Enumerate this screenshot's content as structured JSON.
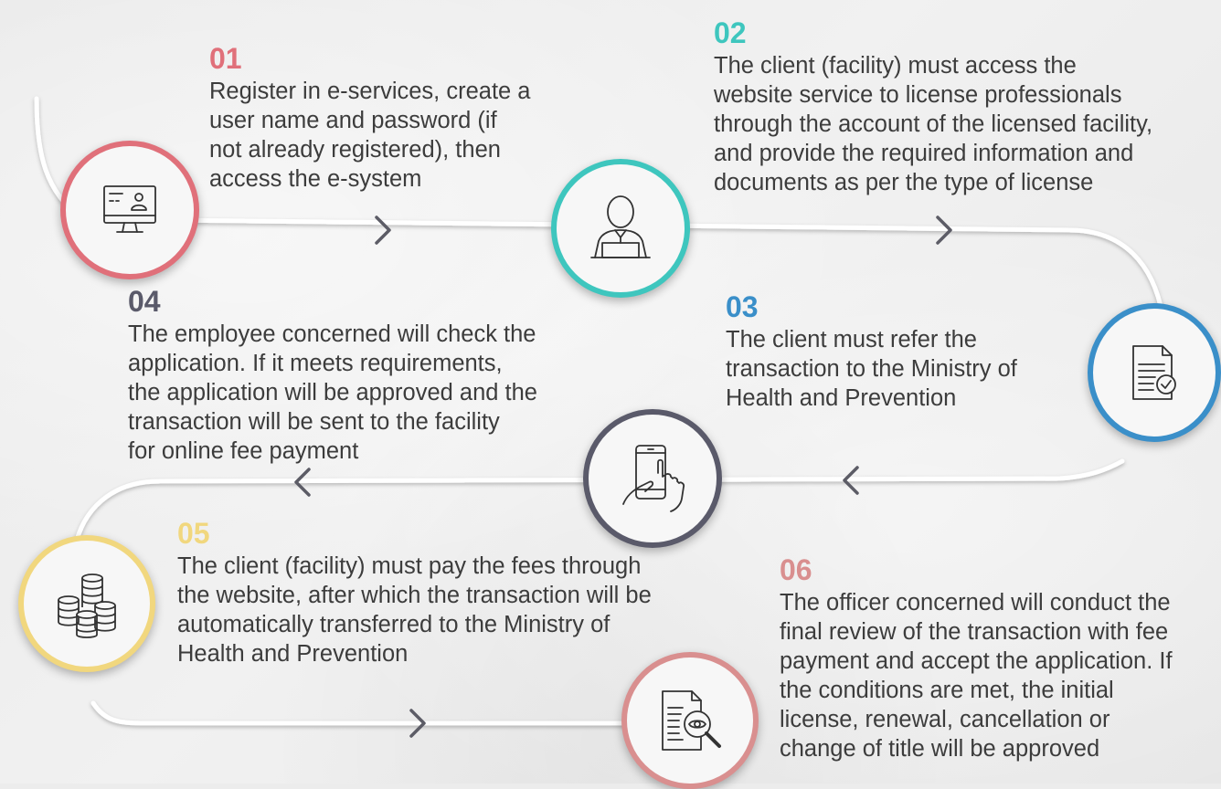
{
  "steps": [
    {
      "number": "01",
      "color": "#e0707a",
      "icon": "computer-user-icon",
      "lines": [
        "Register in e-services, create a",
        "user name and password (if",
        "not already registered), then",
        "access the e-system"
      ]
    },
    {
      "number": "02",
      "color": "#3ec6be",
      "icon": "person-laptop-icon",
      "lines": [
        "The client (facility) must access the",
        "website service to license professionals",
        "through the account of the licensed facility,",
        "and provide the required information and",
        "documents as per the type of license"
      ]
    },
    {
      "number": "03",
      "color": "#3a8fc9",
      "icon": "document-check-icon",
      "lines": [
        "The client must refer the",
        "transaction to the Ministry of",
        "Health and Prevention"
      ]
    },
    {
      "number": "04",
      "color": "#5a5a6a",
      "icon": "smartphone-touch-icon",
      "lines": [
        "The employee concerned will check the",
        "application. If it meets requirements,",
        "the application will be approved and the",
        "transaction will be sent to the facility",
        "for online fee payment"
      ]
    },
    {
      "number": "05",
      "color": "#f1d77e",
      "icon": "coin-stacks-icon",
      "lines": [
        "The client (facility) must pay the fees through",
        "the website, after which the transaction will be",
        "automatically transferred to the Ministry of",
        "Health and Prevention"
      ]
    },
    {
      "number": "06",
      "color": "#d98f8f",
      "icon": "document-magnifier-icon",
      "lines": [
        "The officer concerned will conduct the",
        "final review of the transaction with fee",
        "payment and accept the application. If",
        "the conditions are met, the initial",
        "license, renewal, cancellation or",
        "change of title will be approved"
      ]
    }
  ],
  "track": {
    "color": "#ffffff",
    "arrow_color": "#5c5c66"
  }
}
